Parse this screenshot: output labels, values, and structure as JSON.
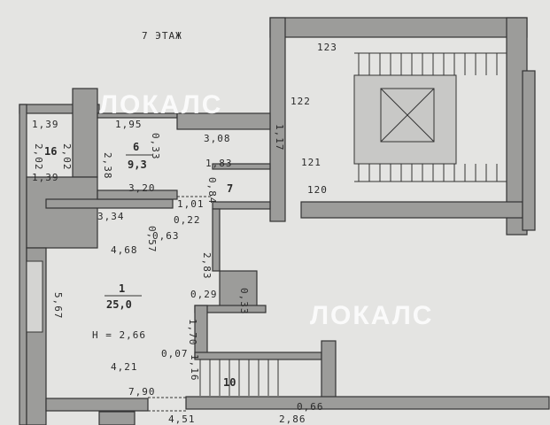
{
  "floor_label": "7 ЭТАЖ",
  "watermark": "ЛОКАЛС",
  "rooms": [
    {
      "number": "1",
      "area": "25,0"
    },
    {
      "number": "6",
      "area": "9,3"
    },
    {
      "number": "7"
    },
    {
      "number": "16"
    },
    {
      "number": "10"
    }
  ],
  "ceiling_height": "H = 2,66",
  "stair_labels": [
    "123",
    "122",
    "121",
    "120"
  ],
  "dimensions": [
    "1,39",
    "1,39",
    "2,02",
    "2,02",
    "1,95",
    "0,33",
    "3,08",
    "2,38",
    "1,83",
    "1,17",
    "0,84",
    "3,20",
    "1,01",
    "3,34",
    "0,57",
    "0,22",
    "0,63",
    "4,68",
    "2,83",
    "5,67",
    "0,29",
    "0,33",
    "1,70",
    "0,07",
    "1,16",
    "4,21",
    "7,90",
    "4,51",
    "0,66",
    "2,86"
  ]
}
